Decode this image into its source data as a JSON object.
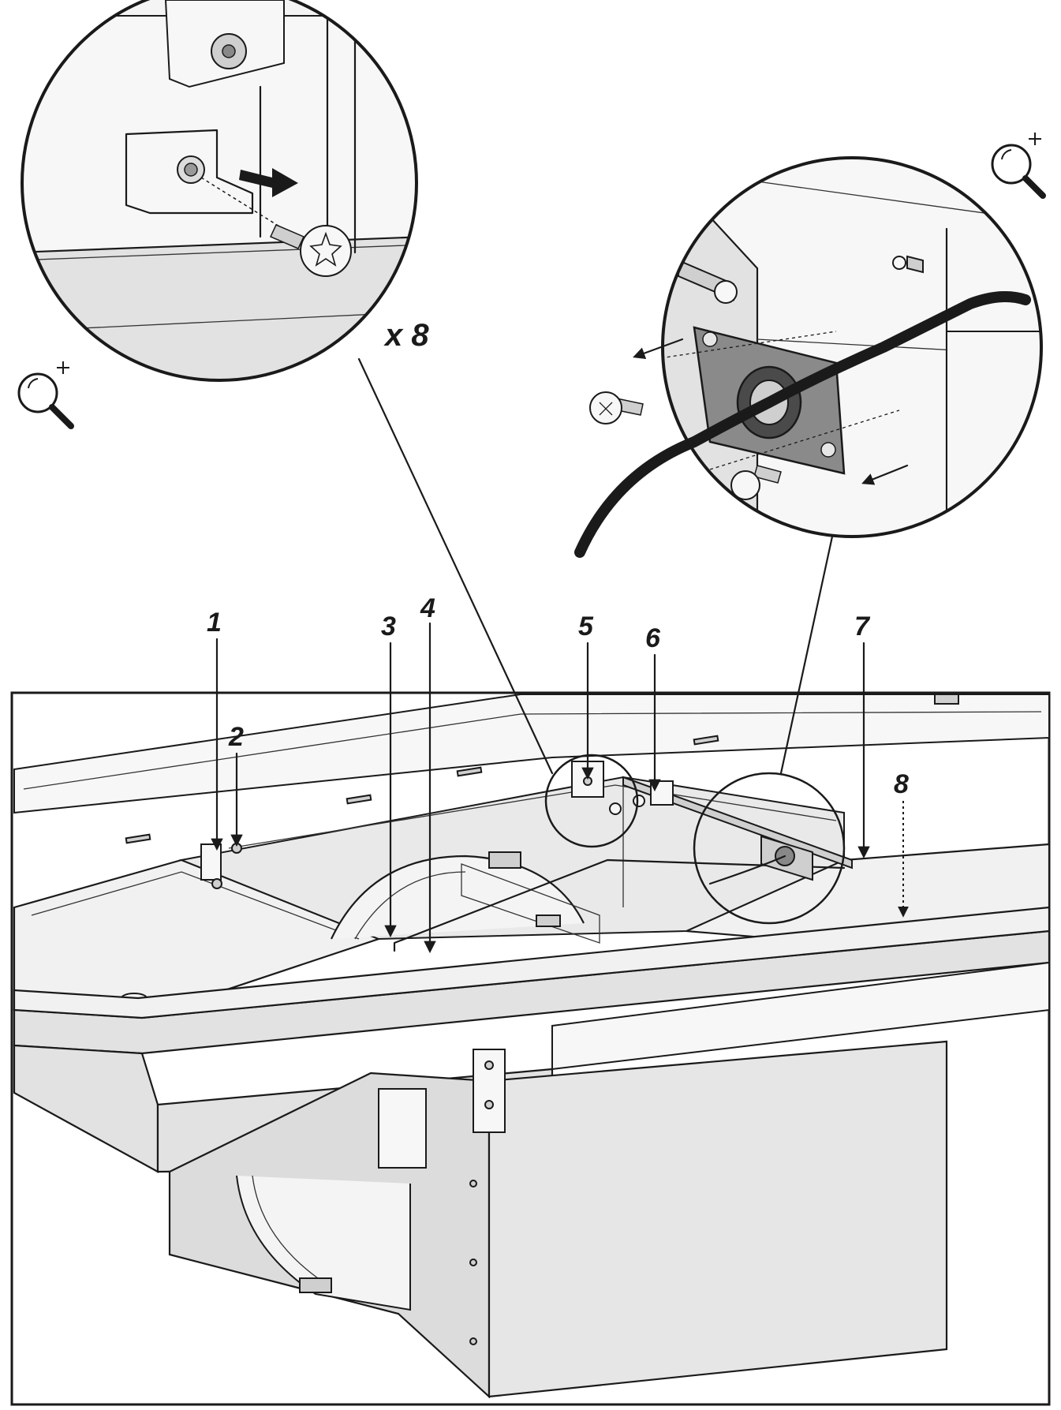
{
  "callouts": [
    {
      "label": "1"
    },
    {
      "label": "2"
    },
    {
      "label": "3"
    },
    {
      "label": "4"
    },
    {
      "label": "5"
    },
    {
      "label": "6"
    },
    {
      "label": "7"
    },
    {
      "label": "8"
    }
  ],
  "detail_screw": {
    "quantity_label": "x 8",
    "icon": "magnifier-zoom-in-icon"
  },
  "detail_cable": {
    "icon": "magnifier-zoom-in-icon"
  },
  "colors": {
    "line": "#1a1a1a",
    "surface": "#f1f1f1",
    "shade": "#e2e2e2",
    "dark_shade": "#cfcfcf"
  }
}
